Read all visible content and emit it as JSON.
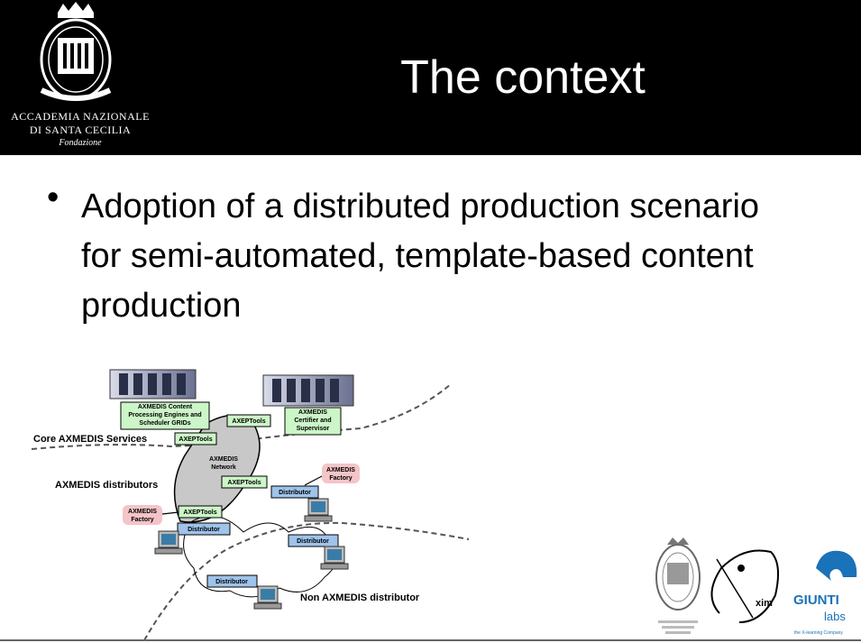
{
  "slide": {
    "title": "The context",
    "bullet": "Adoption of a distributed production scenario for semi-automated, template-based content production"
  },
  "logo": {
    "line1": "ACCADEMIA NAZIONALE",
    "line2": "DI SANTA CECILIA",
    "line3": "Fondazione"
  },
  "diagram": {
    "label_core": "Core AXMEDIS Services",
    "label_distributors": "AXMEDIS distributors",
    "label_non": "Non AXMEDIS distributor",
    "network_line1": "AXMEDIS",
    "network_line2": "Network",
    "processing_line1": "AXMEDIS Content",
    "processing_line2": "Processing Engines and",
    "processing_line3": "Scheduler GRIDs",
    "certifier_line1": "AXMEDIS",
    "certifier_line2": "Certifier and",
    "certifier_line3": "Supervisor",
    "axeptools": "AXEPTools",
    "distributor": "Distributor",
    "factory_line1": "AXMEDIS",
    "factory_line2": "Factory"
  },
  "partners": {
    "ximlabel": "xim",
    "giunti": "GIUNTI",
    "labs": "labs",
    "giunti_tag": "the X-learning Company"
  }
}
